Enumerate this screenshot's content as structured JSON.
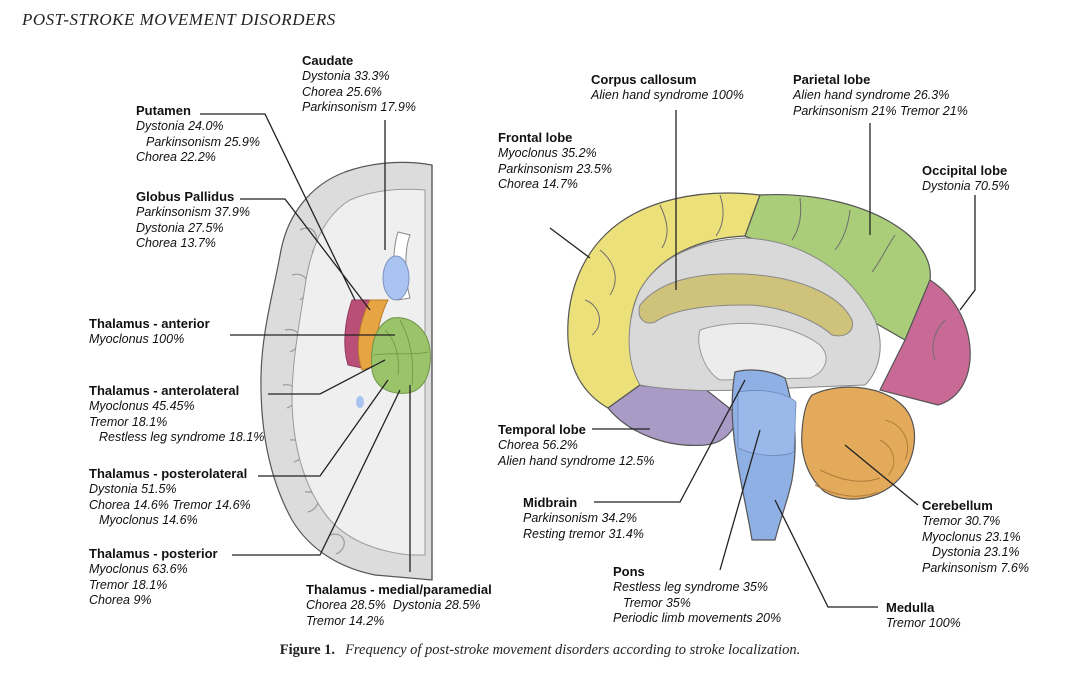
{
  "header": "POST-STROKE MOVEMENT DISORDERS",
  "labels": {
    "caudate": {
      "title": "Caudate",
      "lines": [
        "Dystonia 33.3%",
        "Chorea 25.6%",
        "Parkinsonism 17.9%"
      ]
    },
    "putamen": {
      "title": "Putamen",
      "lines": [
        "Dystonia 24.0%",
        "Parkinsonism 25.9%",
        "Chorea 22.2%"
      ]
    },
    "globus": {
      "title": "Globus Pallidus",
      "lines": [
        "Parkinsonism 37.9%",
        "Dystonia 27.5%",
        "Chorea 13.7%"
      ]
    },
    "thal_ant": {
      "title": "Thalamus - anterior",
      "lines": [
        "Myoclonus 100%"
      ]
    },
    "thal_antlat": {
      "title": "Thalamus - anterolateral",
      "lines": [
        "Myoclonus 45.45%",
        "Tremor 18.1%",
        "Restless leg syndrome 18.1%"
      ]
    },
    "thal_postlat": {
      "title": "Thalamus - posterolateral",
      "lines": [
        "Dystonia 51.5%",
        "Chorea 14.6% Tremor 14.6%",
        "Myoclonus 14.6%"
      ]
    },
    "thal_post": {
      "title": "Thalamus - posterior",
      "lines": [
        "Myoclonus 63.6%",
        "Tremor 18.1%",
        "Chorea 9%"
      ]
    },
    "thal_med": {
      "title": "Thalamus - medial/paramedial",
      "lines": [
        "Chorea 28.5%  Dystonia 28.5%",
        "Tremor 14.2%"
      ]
    },
    "corpus": {
      "title": "Corpus callosum",
      "lines": [
        "Alien hand syndrome 100%"
      ]
    },
    "parietal": {
      "title": "Parietal lobe",
      "lines": [
        "Alien hand syndrome 26.3%",
        "Parkinsonism 21% Tremor 21%"
      ]
    },
    "frontal": {
      "title": "Frontal lobe",
      "lines": [
        "Myoclonus 35.2%",
        "Parkinsonism 23.5%",
        "Chorea 14.7%"
      ]
    },
    "occipital": {
      "title": "Occipital lobe",
      "lines": [
        "Dystonia 70.5%"
      ]
    },
    "temporal": {
      "title": "Temporal lobe",
      "lines": [
        "Chorea 56.2%",
        "Alien hand syndrome 12.5%"
      ]
    },
    "midbrain": {
      "title": "Midbrain",
      "lines": [
        "Parkinsonism 34.2%",
        "Resting tremor 31.4%"
      ]
    },
    "pons": {
      "title": "Pons",
      "lines": [
        "Restless leg syndrome 35%",
        "Tremor 35%",
        "Periodic limb movements 20%"
      ]
    },
    "cerebellum": {
      "title": "Cerebellum",
      "lines": [
        "Tremor 30.7%",
        "Myoclonus 23.1%",
        "Dystonia 23.1%",
        "Parkinsonism 7.6%"
      ]
    },
    "medulla": {
      "title": "Medulla",
      "lines": [
        "Tremor 100%"
      ]
    }
  },
  "caption": {
    "label": "Figure 1.",
    "text": "Frequency of post-stroke movement disorders according to stroke localization."
  },
  "colors": {
    "caudate": "#a9c4f0",
    "putamen": "#b94f76",
    "globus": "#e7a443",
    "thalamus": "#9bc46a",
    "frontal": "#ece07a",
    "parietal": "#a9cd78",
    "occipital": "#c86a95",
    "temporal": "#a99bc6",
    "brainstem": "#8fb0e4",
    "cerebellum": "#e3aa5c",
    "cortex": "#d9d9d9",
    "white_matter": "#f0f0f0"
  }
}
